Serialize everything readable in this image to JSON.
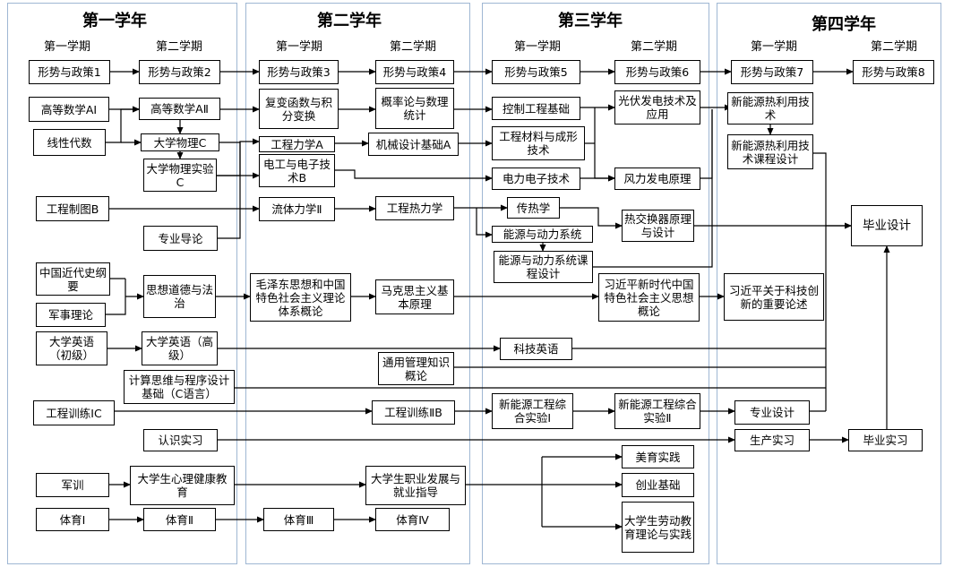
{
  "years": {
    "y1": "第一学年",
    "y2": "第二学年",
    "y3": "第三学年",
    "y4": "第四学年"
  },
  "semesters": {
    "first": "第一学期",
    "second": "第二学期"
  },
  "courses": {
    "xs1": "形势与政策1",
    "xs2": "形势与政策2",
    "xs3": "形势与政策3",
    "xs4": "形势与政策4",
    "xs5": "形势与政策5",
    "xs6": "形势与政策6",
    "xs7": "形势与政策7",
    "xs8": "形势与政策8",
    "gdsx1": "高等数学AⅠ",
    "gdsx2": "高等数学AⅡ",
    "xxds": "线性代数",
    "dxwl": "大学物理C",
    "dxwlsy": "大学物理实验C",
    "gczt": "工程制图B",
    "zydl": "专业导论",
    "fbhs": "复变函数与积分变换",
    "gclx": "工程力学A",
    "dgdz": "电工与电子技术B",
    "ltlx": "流体力学Ⅱ",
    "gll": "概率论与数理统计",
    "jxsj": "机械设计基础A",
    "gcrlx": "工程热力学",
    "kzgc": "控制工程基础",
    "gccl": "工程材料与成形技术",
    "dldz": "电力电子技术",
    "crx": "传热学",
    "nydl": "能源与动力系统",
    "nydlsj": "能源与动力系统课程设计",
    "gffd": "光伏发电技术及应用",
    "flfd": "风力发电原理",
    "rjhq": "热交换器原理与设计",
    "xnyjs": "新能源热利用技术",
    "xnysj": "新能源热利用技术课程设计",
    "bysj": "毕业设计",
    "zgjds": "中国近代史纲要",
    "jsll": "军事理论",
    "sxdd": "思想道德与法治",
    "mzd": "毛泽东思想和中国特色社会主义理论体系概论",
    "mks": "马克思主义基本原理",
    "xjp": "习近平新时代中国特色社会主义思想概论",
    "xjpkj": "习近平关于科技创新的重要论述",
    "dxyy1": "大学英语（初级）",
    "dxyy2": "大学英语（高级）",
    "kjyy": "科技英语",
    "jssw": "计算思维与程序设计基础（C语言）",
    "tygl": "通用管理知识概论",
    "gcxl1": "工程训练ⅠC",
    "gcxl2": "工程训练ⅡB",
    "xnysy1": "新能源工程综合实验Ⅰ",
    "xnysy2": "新能源工程综合实验Ⅱ",
    "zysj": "专业设计",
    "rssx": "认识实习",
    "scsx": "生产实习",
    "bysx": "毕业实习",
    "jx": "军训",
    "xljk": "大学生心理健康教育",
    "zyfz": "大学生职业发展与就业指导",
    "myjs": "美育实践",
    "cyjc": "创业基础",
    "ldjy": "大学生劳动教育理论与实践",
    "ty1": "体育Ⅰ",
    "ty2": "体育Ⅱ",
    "ty3": "体育Ⅲ",
    "ty4": "体育Ⅳ"
  }
}
